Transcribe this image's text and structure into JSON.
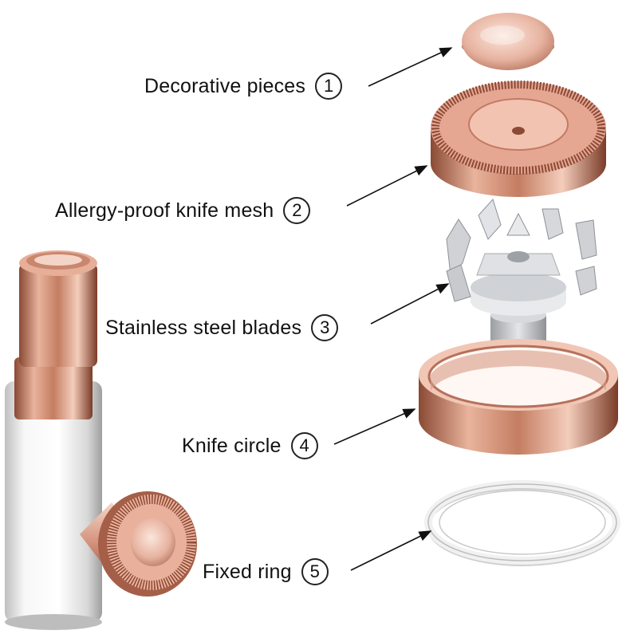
{
  "parts": [
    {
      "number": "1",
      "label": "Decorative pieces"
    },
    {
      "number": "2",
      "label": "Allergy-proof knife mesh"
    },
    {
      "number": "3",
      "label": "Stainless steel blades"
    },
    {
      "number": "4",
      "label": "Knife circle"
    },
    {
      "number": "5",
      "label": "Fixed ring"
    }
  ],
  "colors": {
    "rose_gold": "#c9866d",
    "rose_gold_dark": "#7a3f2c",
    "rose_gold_light": "#f3d2c2",
    "pearl_white": "#f2f2f2",
    "blade_gray": "#bfc2c6",
    "text": "#111111"
  }
}
